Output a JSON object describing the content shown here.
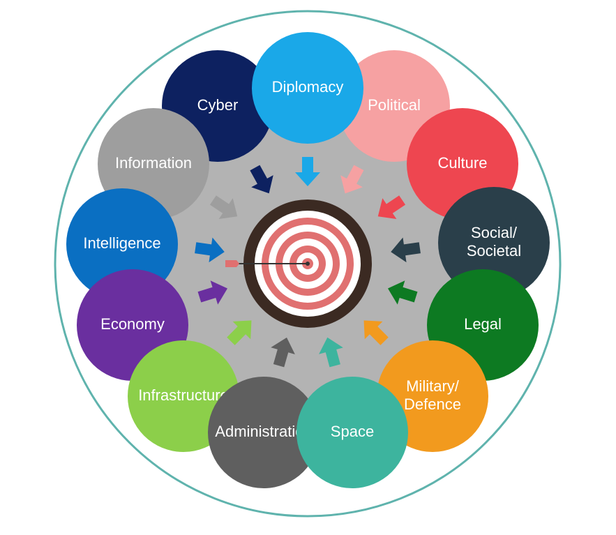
{
  "colors": {
    "outer_ring": "#5fb3ad",
    "hub_grey": "#b3b3b3",
    "target_dark": "#3b2a22",
    "target_red": "#e07070",
    "target_white": "#ffffff"
  },
  "domains": [
    {
      "id": "cyber",
      "lines": [
        "Cyber"
      ],
      "color": "#0d2160",
      "icon": "arrow-icon"
    },
    {
      "id": "political",
      "lines": [
        "Political"
      ],
      "color": "#f6a1a2",
      "icon": "arrow-icon"
    },
    {
      "id": "diplomacy",
      "lines": [
        "Diplomacy"
      ],
      "color": "#1aa8e8",
      "icon": "arrow-icon"
    },
    {
      "id": "information",
      "lines": [
        "Information"
      ],
      "color": "#9e9e9e",
      "icon": "arrow-icon"
    },
    {
      "id": "culture",
      "lines": [
        "Culture"
      ],
      "color": "#ee4650",
      "icon": "arrow-icon"
    },
    {
      "id": "social-societal",
      "lines": [
        "Social/",
        "Societal"
      ],
      "color": "#2a3f4a",
      "icon": "arrow-icon"
    },
    {
      "id": "intelligence",
      "lines": [
        "Intelligence"
      ],
      "color": "#0a6fc2",
      "icon": "arrow-icon"
    },
    {
      "id": "economy",
      "lines": [
        "Economy"
      ],
      "color": "#6a2f9f",
      "icon": "arrow-icon"
    },
    {
      "id": "legal",
      "lines": [
        "Legal"
      ],
      "color": "#0d7a22",
      "icon": "arrow-icon"
    },
    {
      "id": "military-defence",
      "lines": [
        "Military/",
        "Defence"
      ],
      "color": "#f29a1e",
      "icon": "arrow-icon"
    },
    {
      "id": "infrastructure",
      "lines": [
        "Infrastructure"
      ],
      "color": "#8ccf4a",
      "icon": "arrow-icon"
    },
    {
      "id": "administration",
      "lines": [
        "Administration"
      ],
      "color": "#5f5f5f",
      "icon": "arrow-icon"
    },
    {
      "id": "space",
      "lines": [
        "Space"
      ],
      "color": "#3db49e",
      "icon": "arrow-icon"
    }
  ],
  "center": {
    "icon": "target-icon"
  }
}
